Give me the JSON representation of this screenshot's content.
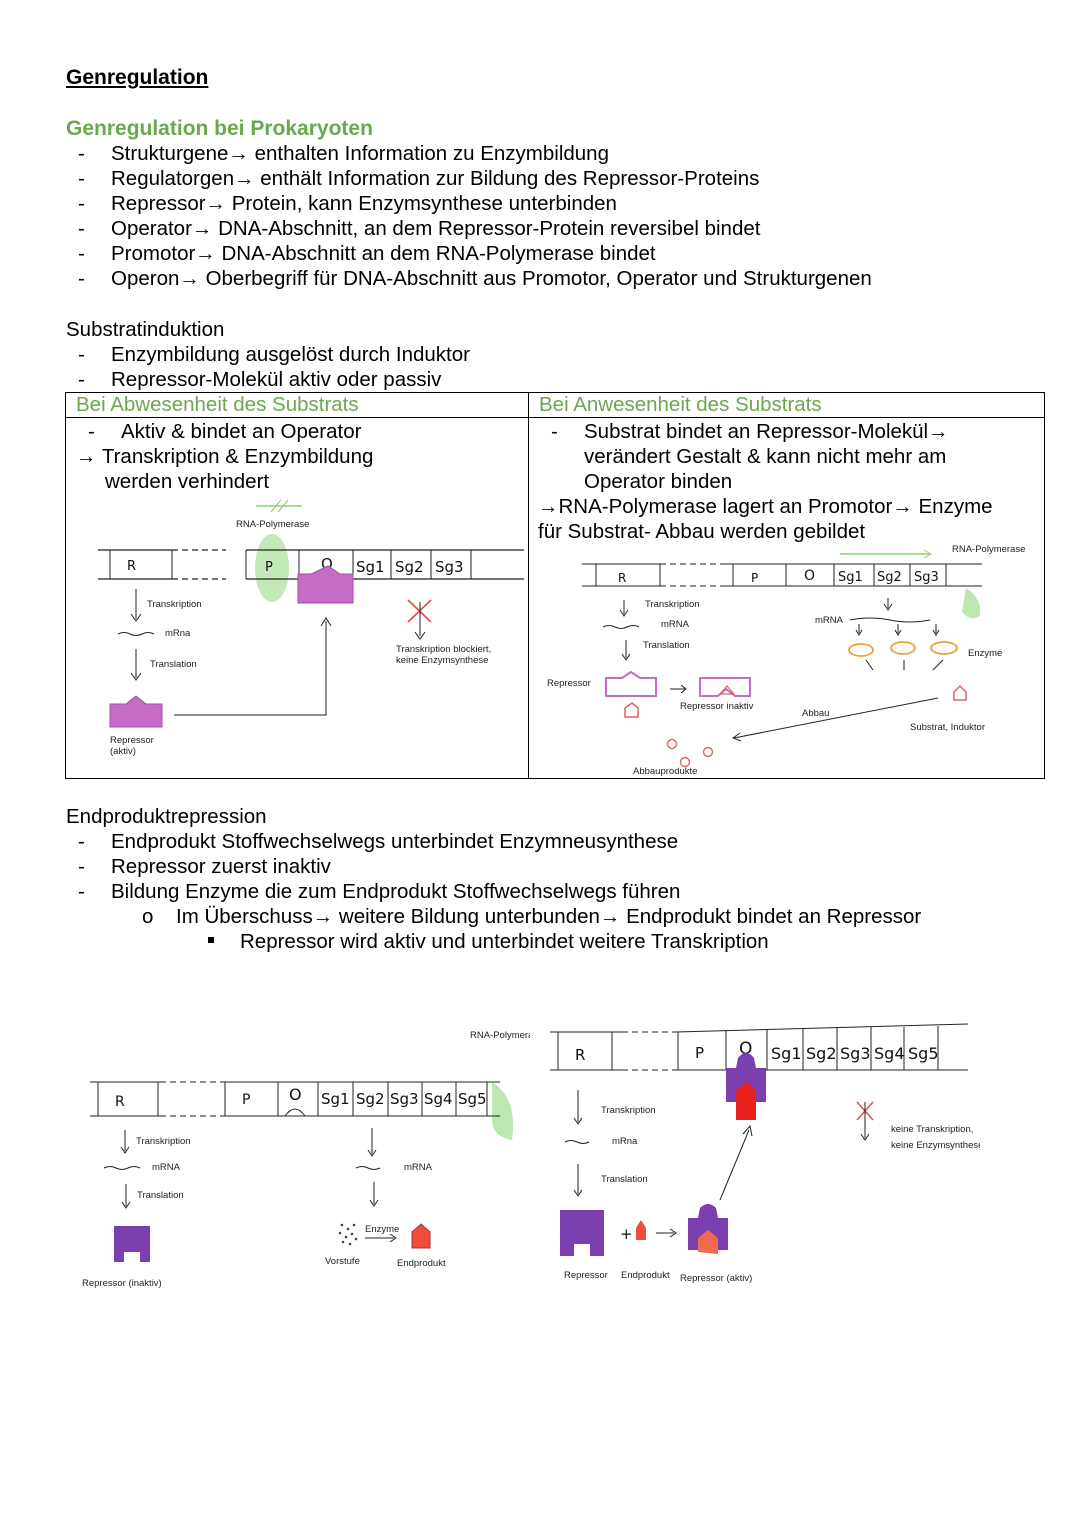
{
  "title": "Genregulation",
  "prokaryoten": {
    "heading": "Genregulation bei Prokaryoten",
    "items": [
      "Strukturgene→ enthalten Information zu Enzymbildung",
      "Regulatorgen→ enthält Information zur Bildung des Repressor-Proteins",
      "Repressor→ Protein, kann Enzymsynthese unterbinden",
      "Operator→ DNA-Abschnitt, an dem Repressor-Protein reversibel bindet",
      "Promotor→ DNA-Abschnitt an dem RNA-Polymerase bindet",
      "Operon→ Oberbegriff für DNA-Abschnitt aus Promotor, Operator und Strukturgenen"
    ]
  },
  "substratinduktion": {
    "heading": "Substratinduktion",
    "items": [
      "Enzymbildung ausgelöst durch Induktor",
      "Repressor-Molekül aktiv oder passiv"
    ],
    "left": {
      "header": "Bei Abwesenheit des Substrats",
      "line1": "Aktiv & bindet an Operator",
      "line2": "→ Transkription & Enzymbildung",
      "line3": "werden verhindert"
    },
    "right": {
      "header": "Bei Anwesenheit des Substrats",
      "line1": "Substrat bindet an Repressor-Molekül→",
      "line2": "verändert Gestalt & kann nicht mehr am",
      "line3": "Operator binden",
      "line4": "→RNA-Polymerase lagert an Promotor→ Enzyme",
      "line5": "für Substrat-  Abbau werden gebildet"
    }
  },
  "endprodukt": {
    "heading": "Endproduktrepression",
    "items": [
      "Endprodukt Stoffwechselwegs unterbindet Enzymneusynthese",
      "Repressor zuerst inaktiv",
      "Bildung Enzyme die zum Endprodukt Stoffwechselwegs führen"
    ],
    "sub": "Im Überschuss→ weitere Bildung unterbunden→ Endprodukt bindet an Repressor",
    "subsub": "Repressor wird aktiv und unterbindet weitere Transkription"
  },
  "diagram_labels": {
    "rna_polymerase": "RNA-Polymerase",
    "R": "R",
    "P": "P",
    "O": "O",
    "sg": [
      "Sg1",
      "Sg2",
      "Sg3",
      "Sg4",
      "Sg5"
    ],
    "transkription": "Transkription",
    "mrna": "mRna",
    "mrna_caps": "mRNA",
    "translation": "Translation",
    "repressor": "Repressor",
    "aktiv": "(aktiv)",
    "blocked1": "Transkription blockiert,",
    "blocked2": "keine Enzymsynthese",
    "repressor_inaktiv": "Repressor inaktiv",
    "enzyme": "Enzyme",
    "abbau": "Abbau",
    "substrat_induktor": "Substrat, Induktor",
    "abbauprodukte": "Abbauprodukte",
    "mrna_mixed": "mRNA",
    "repressor_inaktiv_paren": "Repressor (inaktiv)",
    "vorstufe": "Vorstufe",
    "enzyme2": "Enzyme",
    "endprodukt": "Endprodukt",
    "mrna_lower": "mRna",
    "repressor_aktiv_paren": "Repressor (aktiv)",
    "keine1": "keine Transkription,",
    "keine2": "keine Enzymsynthese"
  },
  "colors": {
    "green_heading": "#6aa84f",
    "repressor_pink": "#cc66cc",
    "repressor_purple": "#7b3fb0",
    "polymerase_green": "#9fd88f",
    "endprodukt_red": "#ef4c3c",
    "enzyme_orange": "#e8a23c",
    "cross_red": "#e0524f"
  }
}
